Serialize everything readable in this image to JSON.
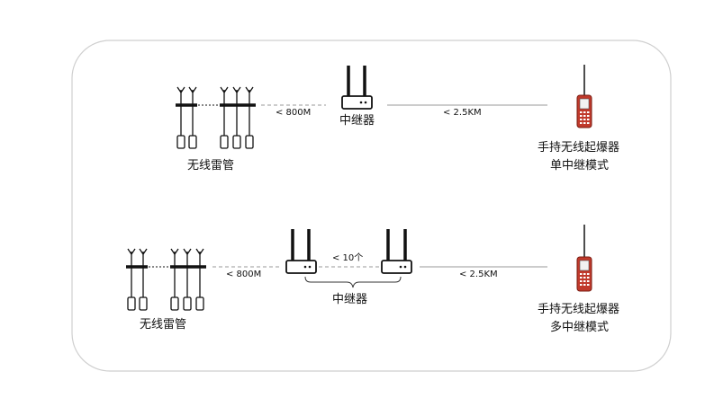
{
  "top": {
    "tubes_label": "无线雷管",
    "distance_tubes": "< 800M",
    "repeater_label": "中继器",
    "distance_device": "< 2.5KM",
    "device_label_line1": "手持无线起爆器",
    "device_label_line2": "单中继模式"
  },
  "bottom": {
    "tubes_label": "无线雷管",
    "distance_tubes": "< 800M",
    "repeater_spacing": "< 10个",
    "repeater_label": "中继器",
    "distance_device": "< 2.5KM",
    "device_label_line1": "手持无线起爆器",
    "device_label_line2": "多中继模式"
  }
}
